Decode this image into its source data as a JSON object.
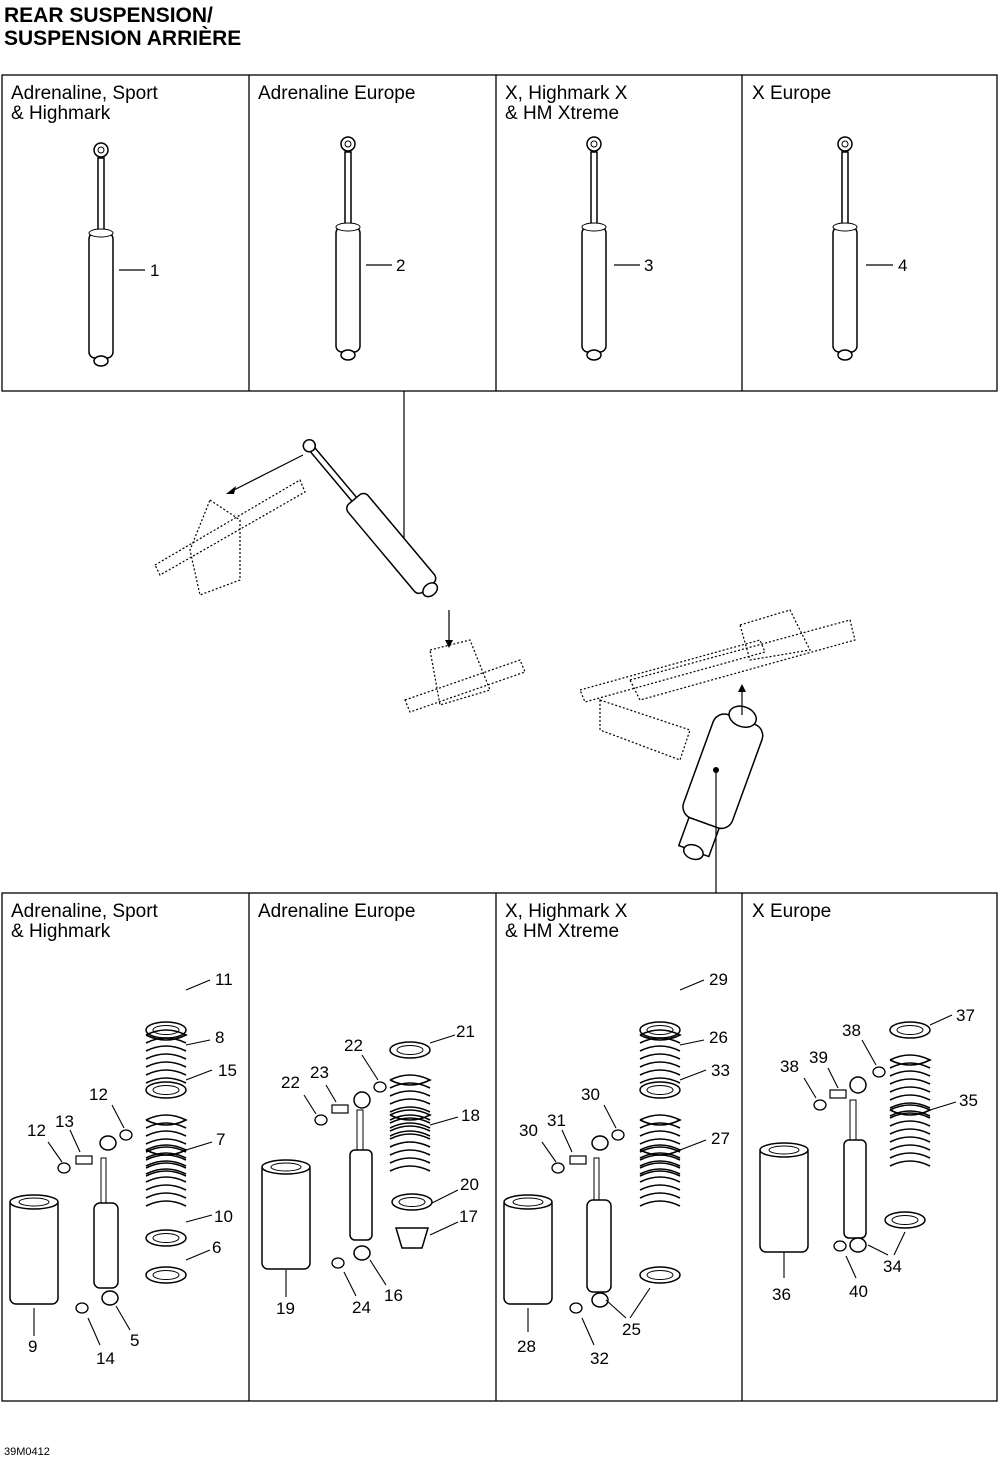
{
  "title": {
    "line1": "REAR SUSPENSION/",
    "line2": "SUSPENSION ARRIÈRE"
  },
  "panel_titles": [
    "Adrenaline, Sport\n& Highmark",
    "Adrenaline Europe",
    "X, Highmark X\n& HM Xtreme",
    "X Europe"
  ],
  "callouts": [
    "1",
    "2",
    "3",
    "4",
    "5",
    "6",
    "7",
    "8",
    "9",
    "10",
    "11",
    "12",
    "13",
    "14",
    "15",
    "16",
    "17",
    "18",
    "19",
    "20",
    "21",
    "22",
    "23",
    "24",
    "25",
    "26",
    "27",
    "28",
    "29",
    "30",
    "31",
    "32",
    "33",
    "34",
    "35",
    "36",
    "37",
    "38",
    "39",
    "40"
  ],
  "drawing_code": "39M0412"
}
